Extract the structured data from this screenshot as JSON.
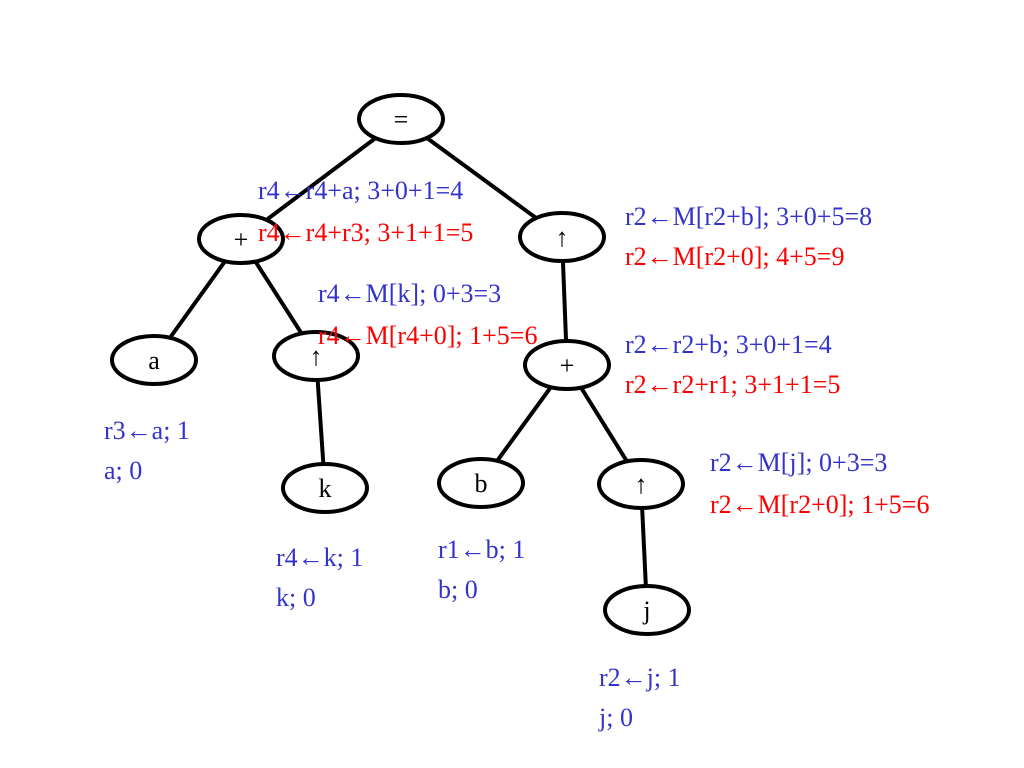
{
  "colors": {
    "blue": "#3333cc",
    "red": "#ff0000",
    "black": "#000000"
  },
  "tree": {
    "nodes": [
      {
        "id": "root",
        "label": "="
      },
      {
        "id": "plus-left",
        "label": "+"
      },
      {
        "id": "deref-right",
        "label": "↑"
      },
      {
        "id": "leaf-a",
        "label": "a"
      },
      {
        "id": "deref-k",
        "label": "↑"
      },
      {
        "id": "leaf-k",
        "label": "k"
      },
      {
        "id": "plus-inner",
        "label": "+"
      },
      {
        "id": "leaf-b",
        "label": "b"
      },
      {
        "id": "deref-j",
        "label": "↑"
      },
      {
        "id": "leaf-j",
        "label": "j"
      }
    ],
    "edges": [
      [
        "root",
        "plus-left"
      ],
      [
        "root",
        "deref-right"
      ],
      [
        "plus-left",
        "leaf-a"
      ],
      [
        "plus-left",
        "deref-k"
      ],
      [
        "deref-k",
        "leaf-k"
      ],
      [
        "deref-right",
        "plus-inner"
      ],
      [
        "plus-inner",
        "leaf-b"
      ],
      [
        "plus-inner",
        "deref-j"
      ],
      [
        "deref-j",
        "leaf-j"
      ]
    ]
  },
  "annotations": {
    "plus_left": {
      "blue": "r4←r4+a; 3+0+1=4",
      "red": "r4←r4+r3; 3+1+1=5"
    },
    "deref_right": {
      "blue": "r2←M[r2+b]; 3+0+5=8",
      "red": "r2←M[r2+0]; 4+5=9"
    },
    "deref_k": {
      "blue": "r4←M[k]; 0+3=3",
      "red": "r4←M[r4+0]; 1+5=6"
    },
    "plus_inner": {
      "blue": "r2←r2+b; 3+0+1=4",
      "red": "r2←r2+r1; 3+1+1=5"
    },
    "deref_j": {
      "blue": "r2←M[j]; 0+3=3",
      "red": "r2←M[r2+0]; 1+5=6"
    },
    "leaf_a": {
      "line1": "r3←a; 1",
      "line2": "a; 0"
    },
    "leaf_k": {
      "line1": "r4←k; 1",
      "line2": "k; 0"
    },
    "leaf_b": {
      "line1": "r1←b; 1",
      "line2": "b; 0"
    },
    "leaf_j": {
      "line1": "r2←j; 1",
      "line2": "j; 0"
    }
  }
}
